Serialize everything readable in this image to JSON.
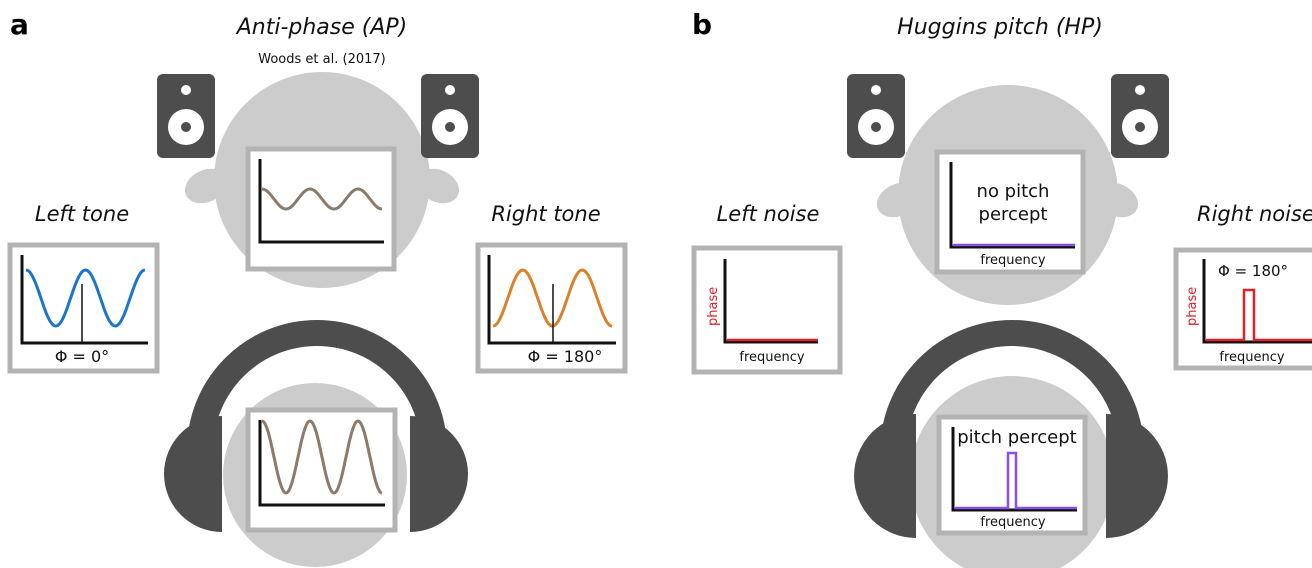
{
  "panels": [
    {
      "letter": "a",
      "title": "Anti-phase (AP)",
      "citation": "Woods et al. (2017)",
      "left_label": "Left tone",
      "right_label": "Right tone",
      "left_caption": "Φ = 0°",
      "right_caption": "Φ = 180°"
    },
    {
      "letter": "b",
      "title": "Huggins pitch (HP)",
      "left_label": "Left noise",
      "right_label": "Right noise",
      "head_text_line1": "no pitch",
      "head_text_line2": "percept",
      "head_xlabel": "frequency",
      "phones_text": "pitch percept",
      "phones_xlabel": "frequency",
      "left_ylabel": "phase",
      "left_xlabel": "frequency",
      "right_ylabel": "phase",
      "right_xlabel": "frequency",
      "right_caption": "Φ = 180°"
    }
  ],
  "colors": {
    "left_tone": "#1b75c9",
    "right_tone": "#d9822b",
    "percept_wave": "#8c7a6b",
    "phase_line": "#e0202a",
    "pitch_line": "#8a4fe6",
    "frame": "#b3b3b3",
    "head": "#cccccc",
    "device": "#4d4d4d"
  },
  "icons": [
    "speaker-icon",
    "headphones-icon",
    "head-icon"
  ]
}
